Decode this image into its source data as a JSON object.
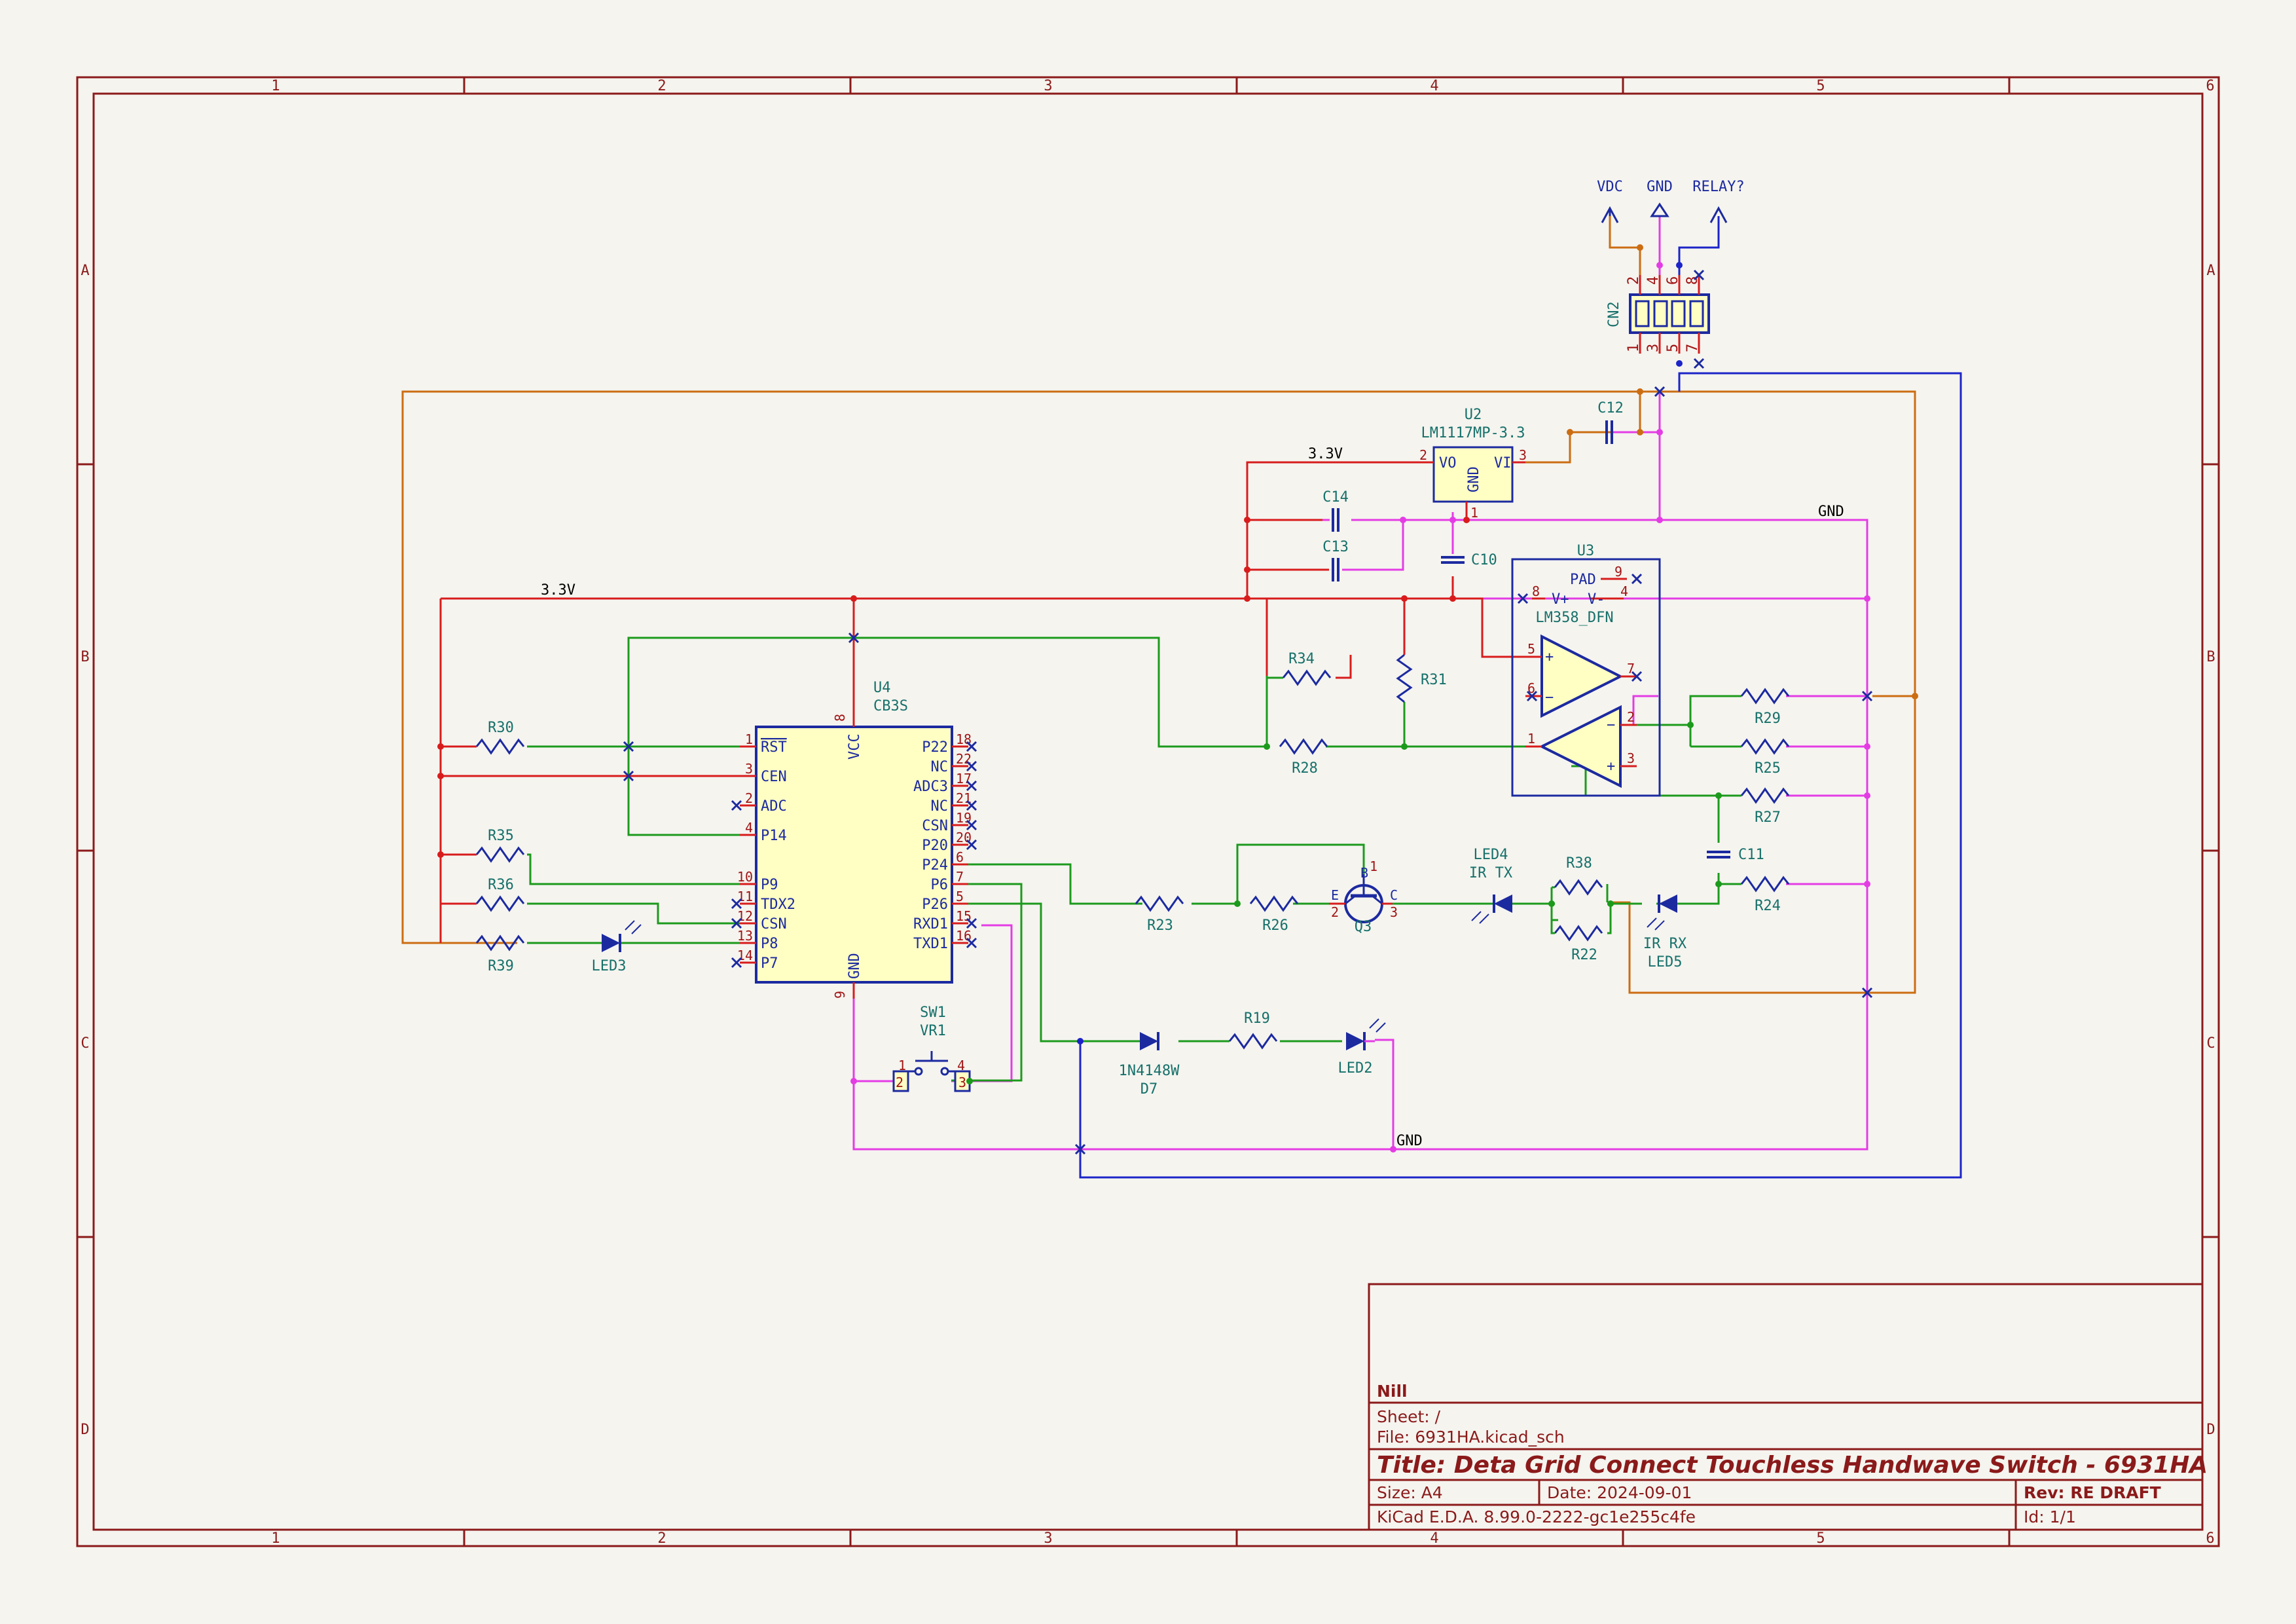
{
  "frame": {
    "column_numbers": [
      "1",
      "2",
      "3",
      "4",
      "5",
      "6"
    ],
    "row_letters": [
      "A",
      "B",
      "C",
      "D"
    ]
  },
  "title_block": {
    "company": "Nill",
    "sheet": "Sheet: /",
    "file": "File: 6931HA.kicad_sch",
    "title": "Title: Deta Grid Connect Touchless Handwave Switch - 6931HA",
    "size": "Size: A4",
    "date": "Date: 2024-09-01",
    "revision": "Rev: RE DRAFT",
    "tool": "KiCad E.D.A. 8.99.0-2222-gc1e255c4fe",
    "id": "Id: 1/1"
  },
  "colors": {
    "border": "#8b1a1a",
    "wire_red": "#d81c1c",
    "wire_green": "#1c9a1c",
    "wire_orange": "#cc6d12",
    "wire_magenta": "#e43ce4",
    "wire_blue": "#1c24c8",
    "component": "#1c2aa0",
    "label": "#17706a",
    "pin_number": "#a01414",
    "body_fill": "#ffffc4"
  },
  "power": {
    "vdc": "VDC",
    "gnd": "GND",
    "relay": "RELAY?"
  },
  "net_labels": {
    "v33_top": "3.3V",
    "v33_left": "3.3V",
    "gnd_right": "GND",
    "gnd_bottom": "GND"
  },
  "components": {
    "cn2": {
      "ref": "CN2",
      "pins_top": [
        "2",
        "4",
        "6",
        "8"
      ],
      "pins_bottom": [
        "1",
        "3",
        "5",
        "7"
      ]
    },
    "u2": {
      "ref": "U2",
      "value": "LM1117MP-3.3",
      "pin_vo": "VO",
      "pin_vi": "VI",
      "pin_gnd": "GND",
      "num_vo": "2",
      "num_vi": "3",
      "num_gnd": "1"
    },
    "u3": {
      "ref": "U3",
      "value": "LM358_DFN",
      "pad": "PAD",
      "vplus": "V+",
      "vminus": "V-",
      "num_pad": "9",
      "num_vm": "4",
      "num_vp": "8",
      "num5": "5",
      "num6": "6",
      "num7": "7",
      "num1": "1",
      "num2": "2",
      "num3": "3"
    },
    "u4": {
      "ref": "U4",
      "value": "CB3S",
      "vcc": "VCC",
      "gnd": "GND",
      "vcc_num": "8",
      "gnd_num": "9",
      "left_pins": [
        {
          "name": "RST",
          "num": "1"
        },
        {
          "name": "CEN",
          "num": "3"
        },
        {
          "name": "ADC",
          "num": "2"
        },
        {
          "name": "P14",
          "num": "4"
        },
        {
          "name": "P9",
          "num": "10"
        },
        {
          "name": "TDX2",
          "num": "11"
        },
        {
          "name": "CSN",
          "num": "12"
        },
        {
          "name": "P8",
          "num": "13"
        },
        {
          "name": "P7",
          "num": "14"
        }
      ],
      "right_pins": [
        {
          "name": "P22",
          "num": "18"
        },
        {
          "name": "NC",
          "num": "22"
        },
        {
          "name": "ADC3",
          "num": "17"
        },
        {
          "name": "NC",
          "num": "21"
        },
        {
          "name": "CSN",
          "num": "19"
        },
        {
          "name": "P20",
          "num": "20"
        },
        {
          "name": "P24",
          "num": "6"
        },
        {
          "name": "P6",
          "num": "7"
        },
        {
          "name": "P26",
          "num": "5"
        },
        {
          "name": "RXD1",
          "num": "15"
        },
        {
          "name": "TXD1",
          "num": "16"
        }
      ]
    },
    "q3": {
      "ref": "Q3",
      "b": "B",
      "e": "E",
      "c": "C",
      "num_b": "1",
      "num_e": "2",
      "num_c": "3"
    },
    "sw1": {
      "ref": "SW1",
      "value": "VR1",
      "n1": "1",
      "n2": "2",
      "n3": "3",
      "n4": "4"
    },
    "led4": {
      "ref": "LED4",
      "value": "IR TX"
    },
    "led5": {
      "ref": "LED5",
      "value": "IR RX"
    },
    "led3": {
      "ref": "LED3"
    },
    "led2": {
      "ref": "LED2"
    },
    "d7": {
      "ref": "D7",
      "value": "1N4148W"
    },
    "caps": {
      "c12": "C12",
      "c14": "C14",
      "c13": "C13",
      "c10": "C10",
      "c11": "C11"
    },
    "resistors": {
      "r30": "R30",
      "r35": "R35",
      "r36": "R36",
      "r39": "R39",
      "r34": "R34",
      "r31": "R31",
      "r28": "R28",
      "r23": "R23",
      "r26": "R26",
      "r38": "R38",
      "r22": "R22",
      "r19": "R19",
      "r29": "R29",
      "r25": "R25",
      "r27": "R27",
      "r24": "R24"
    }
  }
}
